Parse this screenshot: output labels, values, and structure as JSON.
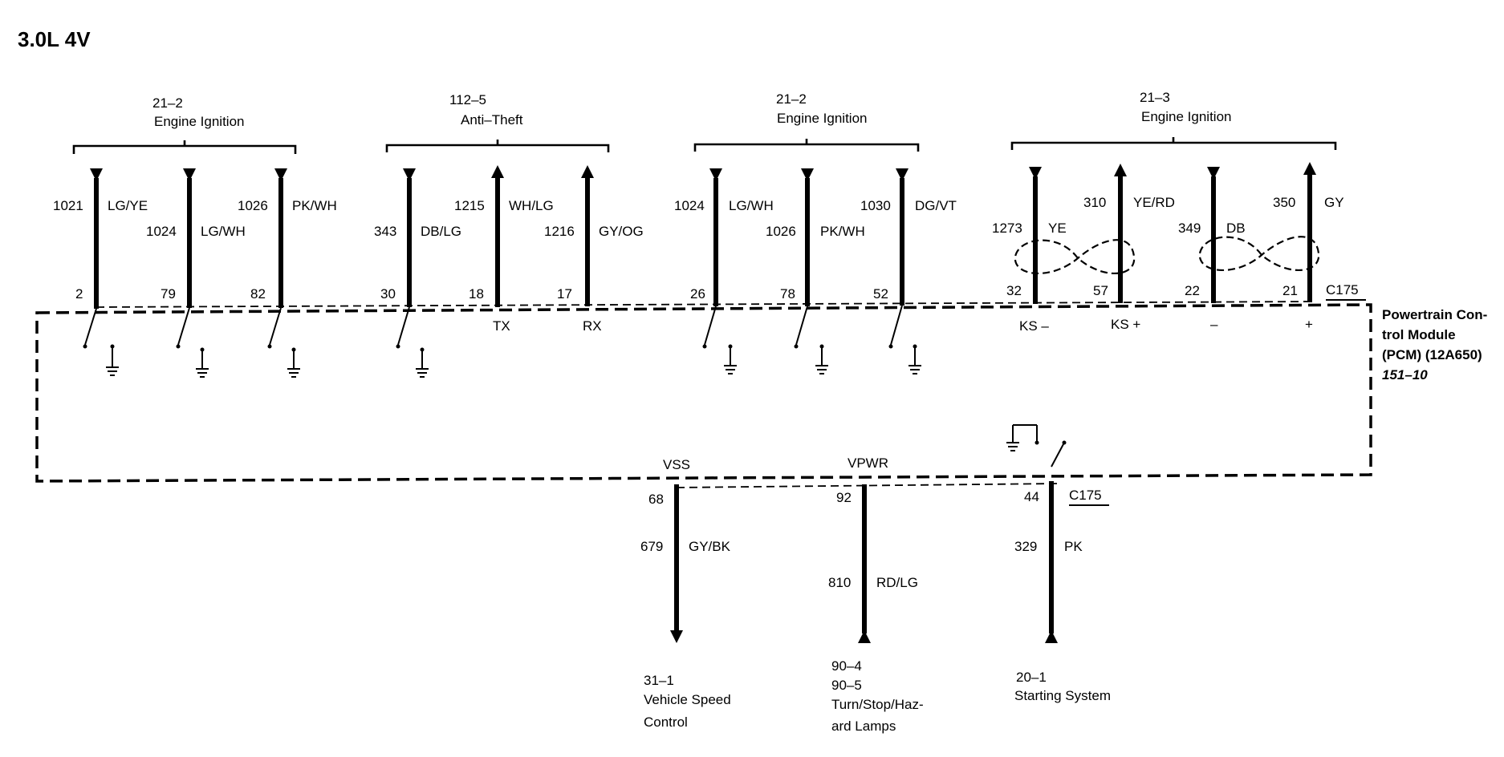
{
  "title": "3.0L 4V",
  "module": {
    "lines": [
      "Powertrain Con-",
      "trol Module",
      "(PCM) (12A650)"
    ],
    "ref": "151–10"
  },
  "connector_label": "C175",
  "groups": [
    {
      "ref": "21–2",
      "name": "Engine Ignition"
    },
    {
      "ref": "112–5",
      "name": "Anti–Theft"
    },
    {
      "ref": "21–2",
      "name": "Engine Ignition"
    },
    {
      "ref": "21–3",
      "name": "Engine Ignition"
    }
  ],
  "top_wires": [
    {
      "circuit": "1021",
      "color": "LG/YE",
      "pin": "2",
      "arrow": "in",
      "switch": true
    },
    {
      "circuit": "1024",
      "color": "LG/WH",
      "pin": "79",
      "arrow": "in",
      "switch": true
    },
    {
      "circuit": "1026",
      "color": "PK/WH",
      "pin": "82",
      "arrow": "in",
      "switch": true
    },
    {
      "circuit": "343",
      "color": "DB/LG",
      "pin": "30",
      "arrow": "in",
      "switch": true
    },
    {
      "circuit": "1215",
      "color": "WH/LG",
      "pin": "18",
      "arrow": "out",
      "pcm_label": "TX"
    },
    {
      "circuit": "1216",
      "color": "GY/OG",
      "pin": "17",
      "arrow": "out",
      "pcm_label": "RX"
    },
    {
      "circuit": "1024",
      "color": "LG/WH",
      "pin": "26",
      "arrow": "in",
      "switch": true
    },
    {
      "circuit": "1026",
      "color": "PK/WH",
      "pin": "78",
      "arrow": "in",
      "switch": true
    },
    {
      "circuit": "1030",
      "color": "DG/VT",
      "pin": "52",
      "arrow": "in",
      "switch": true
    },
    {
      "circuit": "1273",
      "color": "YE",
      "pin": "32",
      "arrow": "in",
      "pcm_label": "KS –"
    },
    {
      "circuit": "310",
      "color": "YE/RD",
      "pin": "57",
      "arrow": "out",
      "pcm_label": "KS +"
    },
    {
      "circuit": "349",
      "color": "DB",
      "pin": "22",
      "arrow": "in",
      "pcm_label": "–"
    },
    {
      "circuit": "350",
      "color": "GY",
      "pin": "21",
      "arrow": "out",
      "pcm_label": "+"
    }
  ],
  "bottom_wires": [
    {
      "signal": "VSS",
      "pin": "68",
      "circuits": [
        {
          "circuit": "679",
          "color": "GY/BK"
        }
      ],
      "destination": [
        "31–1",
        "Vehicle Speed",
        "Control"
      ]
    },
    {
      "signal": "VPWR",
      "pin": "92",
      "circuits": [
        {
          "circuit": "810",
          "color": "RD/LG"
        }
      ],
      "destination": [
        "90–4",
        "90–5",
        "Turn/Stop/Haz-",
        "ard Lamps"
      ]
    },
    {
      "signal": "",
      "pin": "44",
      "circuits": [
        {
          "circuit": "329",
          "color": "PK"
        }
      ],
      "destination": [
        "20–1",
        "Starting System"
      ]
    }
  ]
}
